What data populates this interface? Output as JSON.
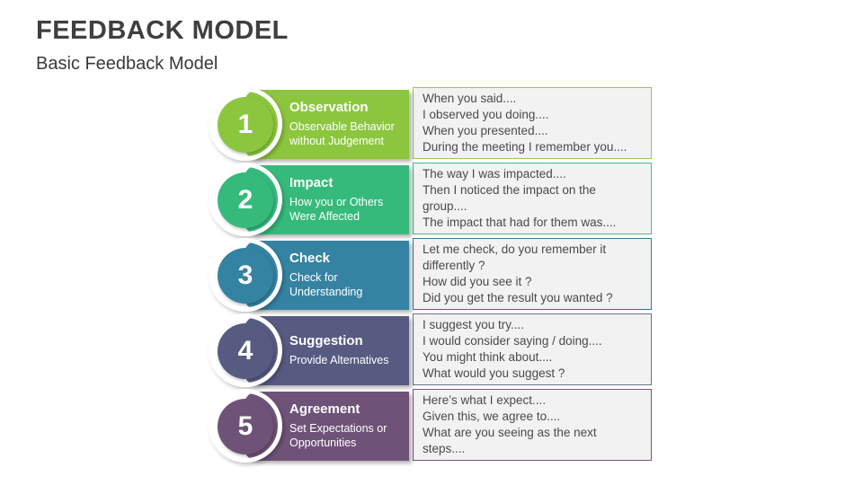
{
  "slide": {
    "title": "FEEDBACK MODEL",
    "subtitle": "Basic Feedback Model"
  },
  "colors": {
    "title_text": "#3f3f3f",
    "box_background": "#f2f2f2",
    "box_text": "#4a4a4a",
    "step_text": "#ffffff"
  },
  "rows": [
    {
      "number": "1",
      "label": "Observation",
      "sublabel": "Observable Behavior without Judgement",
      "color": "#8cc63f",
      "border_color": "#9dc65a",
      "lines": [
        "When you said....",
        "I observed you doing....",
        "When you presented....",
        "During the meeting I remember you...."
      ]
    },
    {
      "number": "2",
      "label": "Impact",
      "sublabel": "How you or Others Were Affected",
      "color": "#35ba7c",
      "border_color": "#3fbd8c",
      "lines": [
        "The way I was impacted....",
        "Then I noticed the impact on the group....",
        "The impact that had for them was...."
      ]
    },
    {
      "number": "3",
      "label": "Check",
      "sublabel": "Check for Understanding",
      "color": "#3583a3",
      "border_color": "#31799b",
      "lines": [
        "Let me check, do you remember it differently ?",
        "How did you see it ?",
        "Did you get the result you wanted ?"
      ]
    },
    {
      "number": "4",
      "label": "Suggestion",
      "sublabel": "Provide Alternatives",
      "color": "#575b81",
      "border_color": "#6e7089",
      "lines": [
        "I suggest you try....",
        "I would consider saying / doing....",
        "You might think about....",
        "What would you suggest ?"
      ]
    },
    {
      "number": "5",
      "label": "Agreement",
      "sublabel": "Set Expectations or Opportunities",
      "color": "#6f5278",
      "border_color": "#75567f",
      "lines": [
        "Here’s what I expect....",
        "Given this, we agree to....",
        "What are you seeing as the next steps...."
      ]
    }
  ]
}
